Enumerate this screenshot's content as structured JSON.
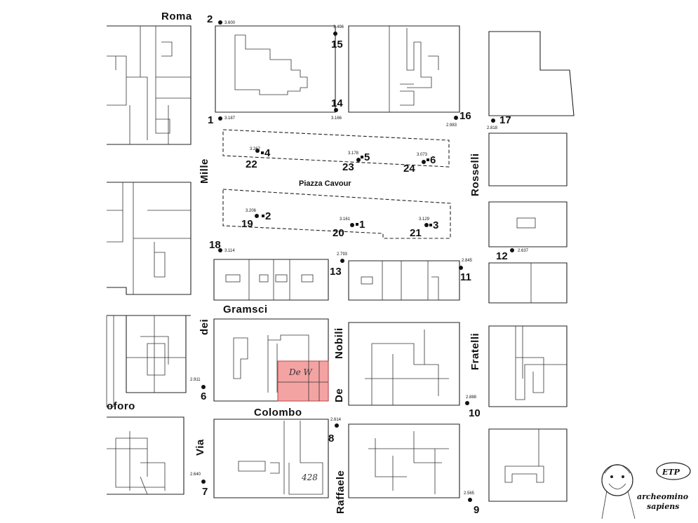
{
  "map": {
    "streets": {
      "roma": "Roma",
      "mille": "Mille",
      "rosselli": "Rosselli",
      "gramsci": "Gramsci",
      "dei": "dei",
      "nobili": "Nobili",
      "de": "De",
      "fratelli": "Fratelli",
      "colombo": "Colombo",
      "cristoforo_partial": "oforo",
      "via": "Via",
      "raffaele": "Raffaele"
    },
    "plaza": "Piazza Cavour",
    "points": [
      {
        "id": "1",
        "elev": "3.187"
      },
      {
        "id": "2",
        "elev": "3.600"
      },
      {
        "id": "6",
        "elev": "2.911"
      },
      {
        "id": "7",
        "elev": "2.640"
      },
      {
        "id": "8",
        "elev": "2.614"
      },
      {
        "id": "9",
        "elev": "2.565"
      },
      {
        "id": "10",
        "elev": "2.888"
      },
      {
        "id": "11",
        "elev": "2.845"
      },
      {
        "id": "12",
        "elev": "2.637"
      },
      {
        "id": "13",
        "elev": "2.793"
      },
      {
        "id": "14",
        "elev": "3.166"
      },
      {
        "id": "15",
        "elev": "3.496"
      },
      {
        "id": "16",
        "elev": "2.983"
      },
      {
        "id": "17",
        "elev": "2.818"
      },
      {
        "id": "18",
        "elev": "3.114"
      },
      {
        "id": "19",
        "elev": "3.206"
      },
      {
        "id": "20",
        "elev": "3.161"
      },
      {
        "id": "21",
        "elev": "3.129"
      },
      {
        "id": "22",
        "elev": "3.267"
      },
      {
        "id": "23",
        "elev": "3.178"
      },
      {
        "id": "24",
        "elev": "3.073"
      }
    ],
    "squares": [
      "1",
      "2",
      "3",
      "4",
      "5",
      "6"
    ],
    "highlight": {
      "label": "De W",
      "color": "#f4a3a3"
    },
    "handwritten": "428"
  },
  "logo": {
    "line1": "archeomino",
    "line2": "sapiens",
    "badge": "ETP"
  }
}
